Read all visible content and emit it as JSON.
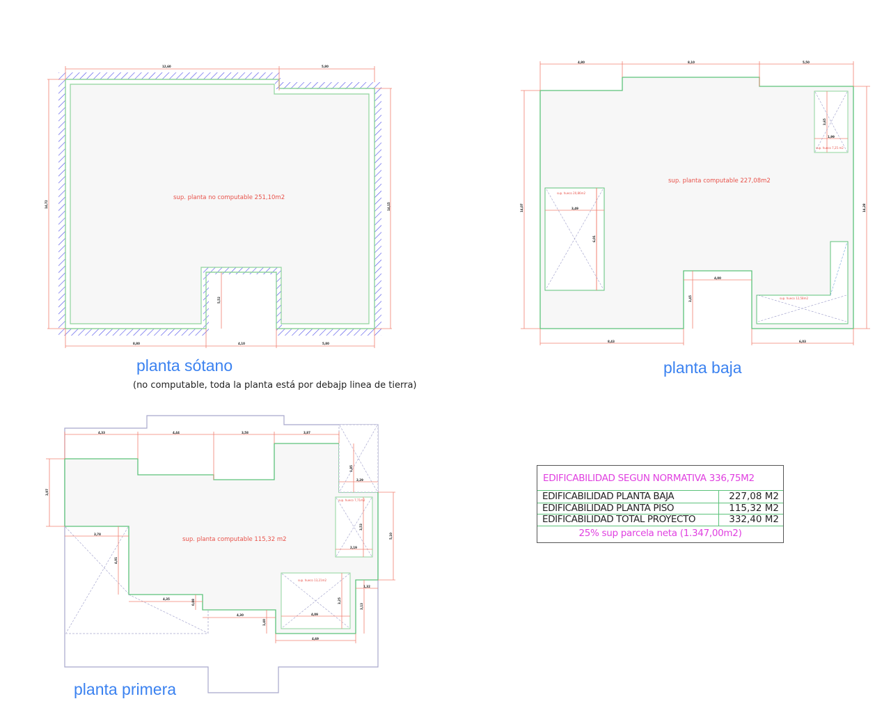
{
  "sotano": {
    "title": "planta sótano",
    "subtitle": "(no computable, toda la planta está por debajp linea de tierra)",
    "area_label": "sup. planta no computable 251,10m2",
    "dims": {
      "top_left": "12,60",
      "top_right": "5,80",
      "left": "14,72",
      "right": "14,15",
      "bottom_left": "8,80",
      "bottom_mid": "4,10",
      "bottom_right": "5,80",
      "notch": "5,52"
    }
  },
  "baja": {
    "title": "planta baja",
    "area_label": "sup. planta computable 227,08m2",
    "dims": {
      "top_left": "4,80",
      "top_mid": "8,10",
      "top_right": "5,50",
      "left": "14,07",
      "right": "14,28",
      "bottom_left": "8,43",
      "bottom_right": "6,03",
      "notch_width": "4,00",
      "notch_depth": "3,45",
      "hueco_left_w": "3,49",
      "hueco_left_h": "6,01",
      "hueco_tr_w": "1,99",
      "hueco_tr_h": "3,65"
    },
    "huecos": {
      "left": "sup. hueco 20,86m2",
      "top_right": "sup. hueco 7,25 m2",
      "bottom_right": "sup. hueco 12,58m2"
    }
  },
  "primera": {
    "title": "planta primera",
    "area_label": "sup. planta computable 115,32 m2",
    "dims": {
      "top_1": "4,33",
      "top_2": "4,44",
      "top_3": "3,58",
      "top_4": "3,87",
      "left": "3,97",
      "right": "5,10",
      "left_hueco_w": "3,78",
      "left_hueco_h": "4,01",
      "step_1": "4,35",
      "step_1_h": "0,88",
      "step_2": "4,30",
      "step_2_h": "1,40",
      "bottom": "4,69",
      "right_step_w": "1,32",
      "right_step_h": "3,13",
      "hueco_tr_h": "1,85",
      "hueco_tr_w": "2,29",
      "hueco_r_h": "3,53",
      "hueco_r_w": "2,19",
      "hueco_b_w": "4,09",
      "hueco_b_h": "3,25"
    },
    "huecos": {
      "right": "sup. hueco 7,71m2",
      "bottom": "sup. hueco 13,21m2"
    }
  },
  "table": {
    "header": "EDIFICABILIDAD SEGUN NORMATIVA 336,75M2",
    "rows": [
      {
        "label": "EDIFICABILIDAD PLANTA BAJA",
        "value": "227,08 M2"
      },
      {
        "label": "EDIFICABILIDAD PLANTA PISO",
        "value": "115,32 M2"
      },
      {
        "label": "EDIFICABILIDAD TOTAL PROYECTO",
        "value": "332,40 M2"
      }
    ],
    "footer": "25% sup parcela neta (1.347,00m2)"
  },
  "colors": {
    "wall_line": "#5cc27a",
    "dimension": "#f08070",
    "hatch": "#4a4ae8",
    "title": "#3b82f0",
    "table_accent": "#e040e0",
    "floor_fill": "#f7f7f7"
  }
}
